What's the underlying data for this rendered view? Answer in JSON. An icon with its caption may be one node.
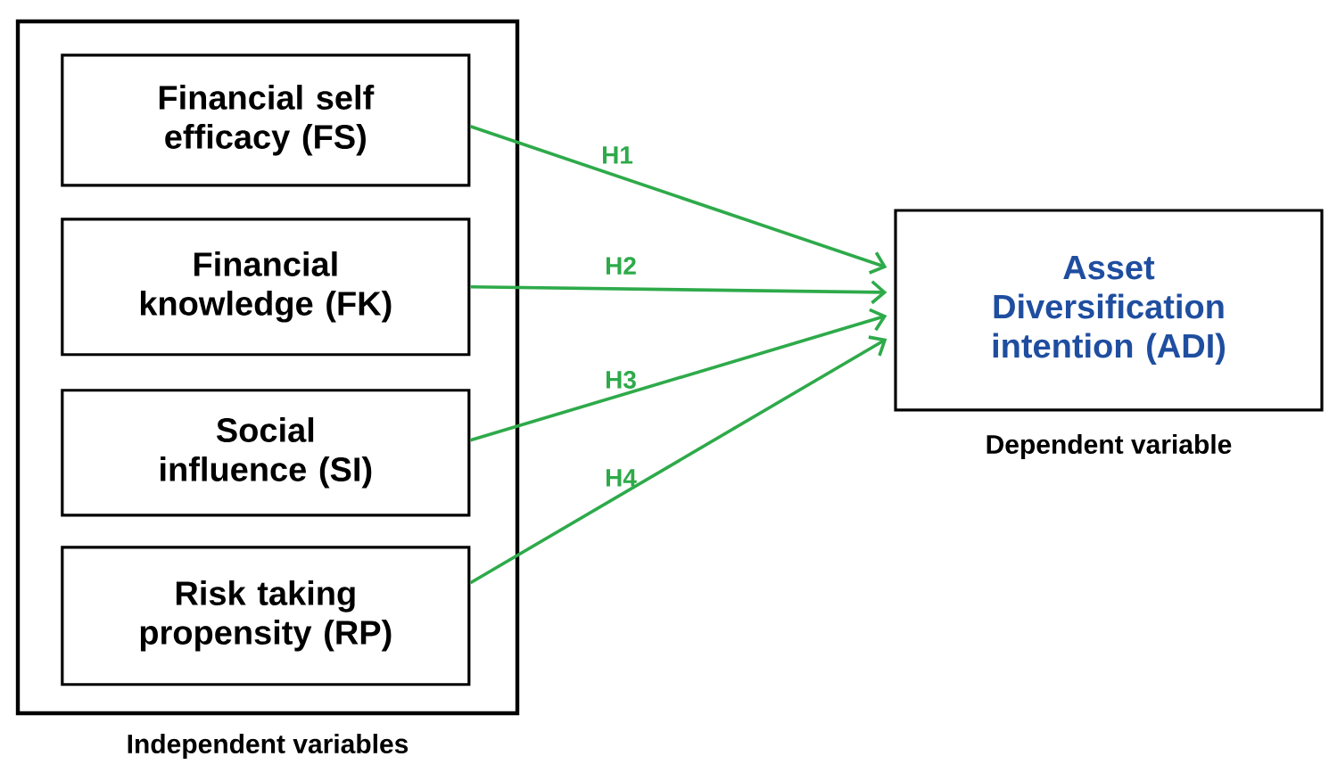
{
  "diagram": {
    "nodes": [
      {
        "text": [
          "Independent variables"
        ]
      },
      {
        "text": [
          "Financial self efficacy (FS)"
        ],
        "in": 0
      },
      {
        "text": [
          "Financial knowledge (FK)"
        ],
        "in": 0
      },
      {
        "text": [
          "Social influence (SI)"
        ],
        "in": 0
      },
      {
        "text": [
          "Risk taking propensity (RP)"
        ],
        "in": 0
      },
      {
        "text": [
          "Asset Diversification intention (ADI)"
        ],
        "beside": [
          "Dependent variable"
        ]
      }
    ],
    "edges": [
      {
        "from": 1,
        "to": 5,
        "arrow": "to",
        "label": "H1",
        "color": "#2eaa4a"
      },
      {
        "from": 2,
        "to": 5,
        "arrow": "to",
        "label": "H2",
        "color": "#2eaa4a"
      },
      {
        "from": 3,
        "to": 5,
        "arrow": "to",
        "label": "H3",
        "color": "#2eaa4a"
      },
      {
        "from": 4,
        "to": 5,
        "arrow": "to",
        "label": "H4",
        "color": "#2eaa4a"
      }
    ]
  }
}
